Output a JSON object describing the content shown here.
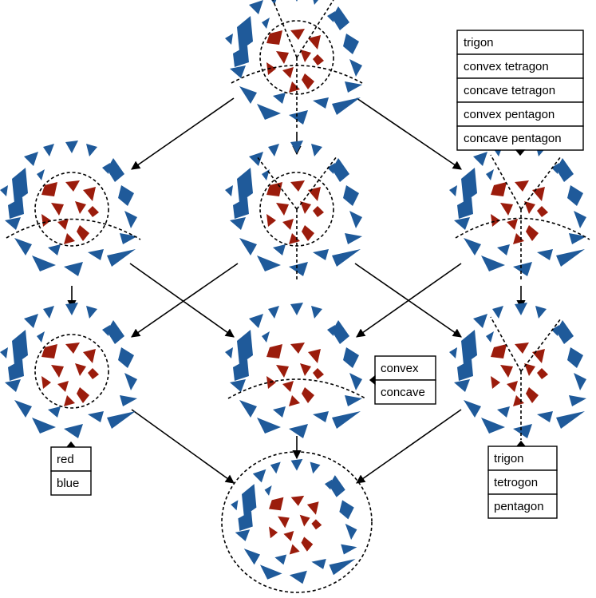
{
  "colors": {
    "red": "#9b1c0c",
    "blue": "#1f5a9a",
    "line": "#000000"
  },
  "legends": {
    "shape_types": [
      "trigon",
      "convex tetragon",
      "concave tetragon",
      "convex pentagon",
      "concave pentagon"
    ],
    "convexity": [
      "convex",
      "concave"
    ],
    "color": [
      "red",
      "blue"
    ],
    "polygon_order": [
      "trigon",
      "tetrogon",
      "pentagon"
    ]
  }
}
